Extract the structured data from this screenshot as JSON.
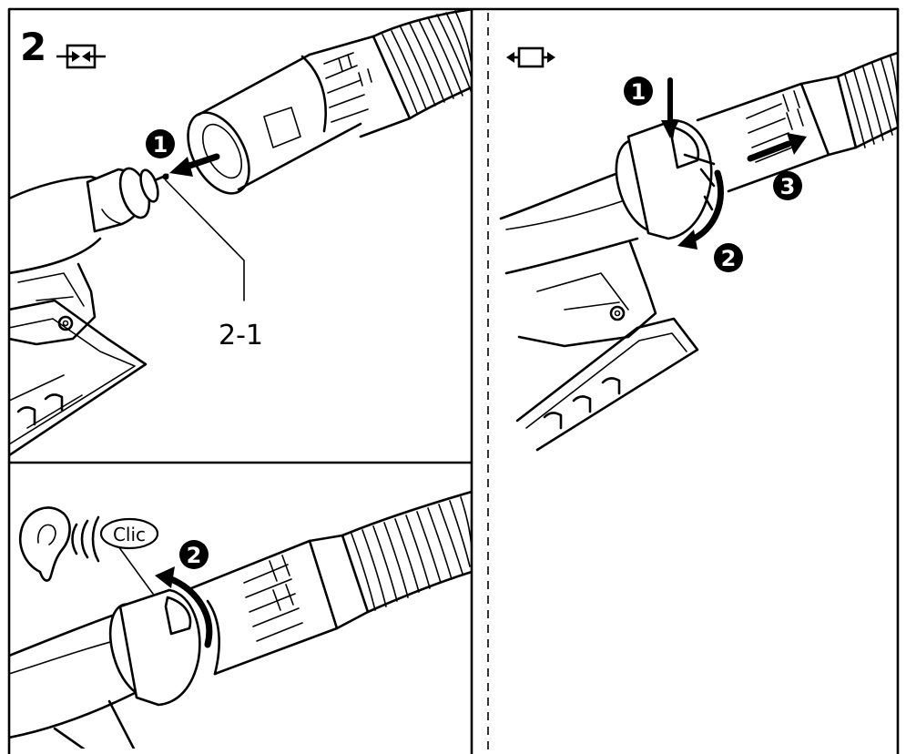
{
  "figure_number": "2",
  "callout_part": "2-1",
  "sound_label": "Clic",
  "steps": {
    "mount_1": "1",
    "remove_1": "1",
    "remove_2": "2",
    "remove_3": "3",
    "click_2": "2"
  },
  "icons": {
    "mount_symbol": "arrows-inward-icon",
    "remove_symbol": "arrows-outward-icon",
    "ear": "ear-icon",
    "sound_waves": "sound-waves-icon"
  },
  "colors": {
    "line": "#000000",
    "background": "#ffffff"
  }
}
